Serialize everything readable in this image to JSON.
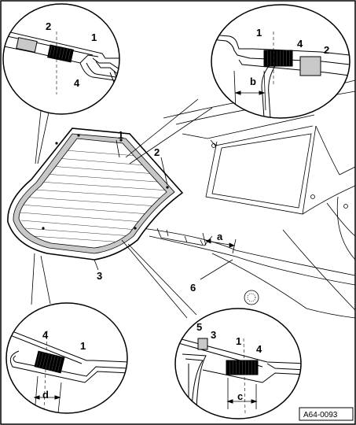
{
  "figure_ref": "A64-0093",
  "labels": {
    "n1": "1",
    "n2": "2",
    "n3": "3",
    "n4": "4",
    "n5": "5",
    "n6": "6",
    "a": "a",
    "b": "b",
    "c": "c",
    "d": "d"
  },
  "colors": {
    "line": "#000000",
    "grey": "#c8c8c8",
    "adhesive": "#111111",
    "background": "#ffffff"
  }
}
